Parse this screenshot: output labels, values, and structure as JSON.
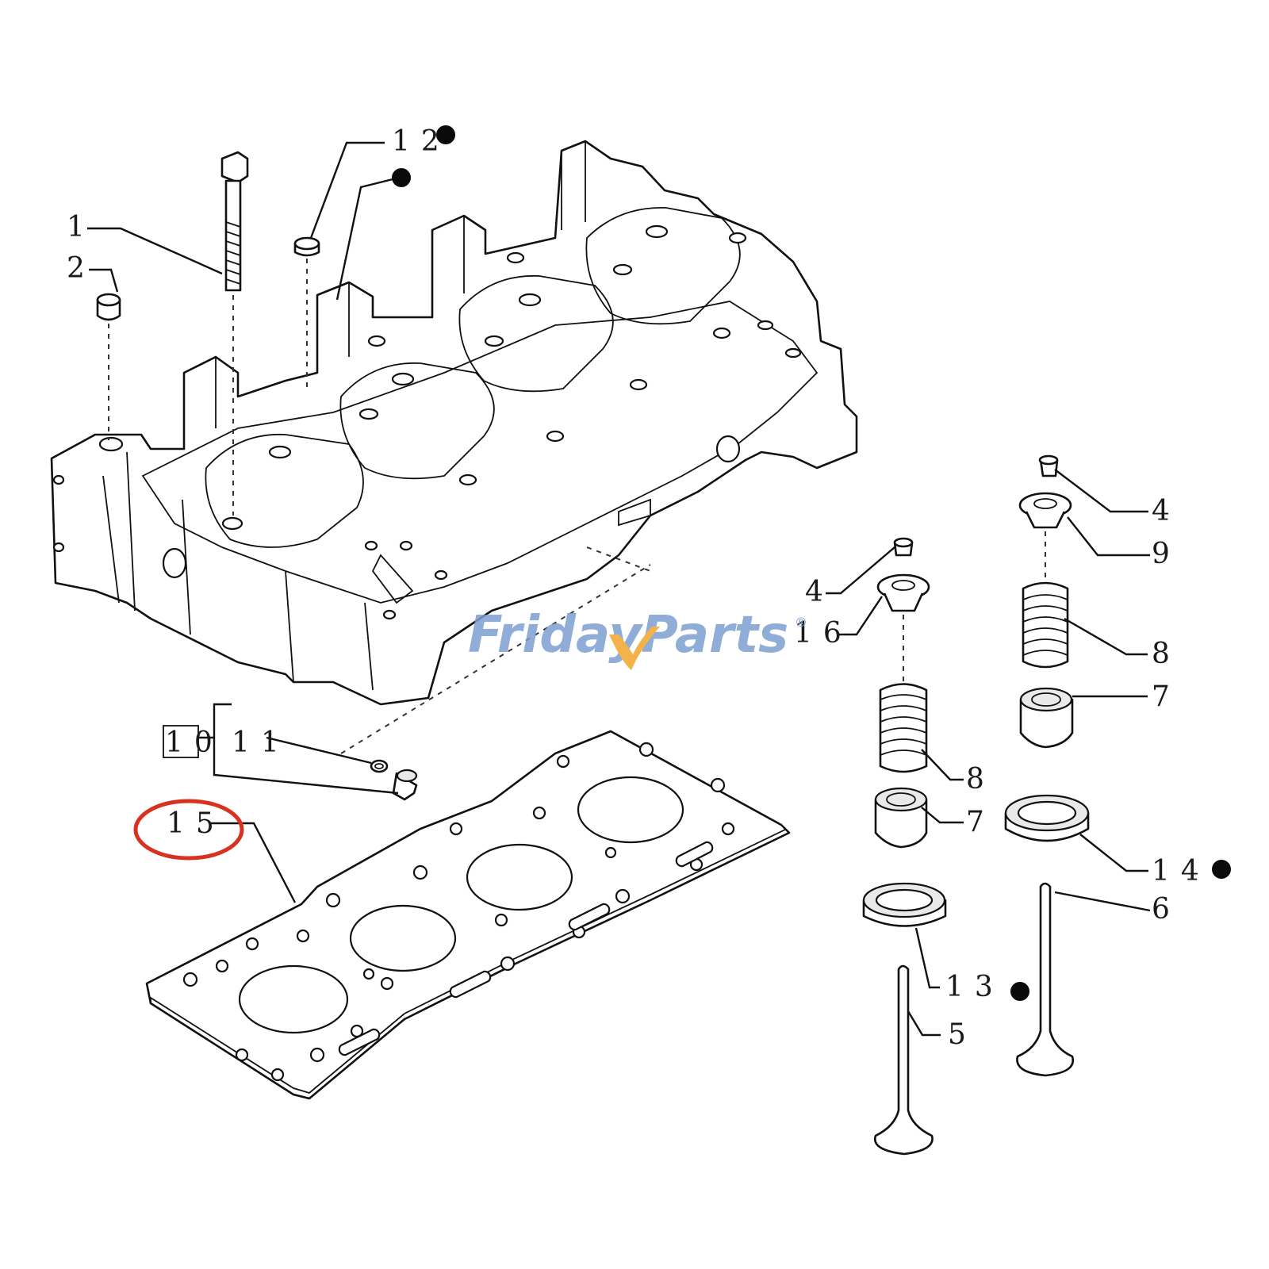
{
  "callouts": {
    "c1": "1",
    "c2": "2",
    "c4a": "4",
    "c4b": "4",
    "c5": "5",
    "c6": "6",
    "c7a": "7",
    "c7b": "7",
    "c8a": "8",
    "c8b": "8",
    "c9": "9",
    "c10": "10",
    "c11": "11",
    "c12": "12",
    "c13": "13",
    "c14": "14",
    "c15": "15",
    "c16": "16"
  },
  "watermark": {
    "text_left": "Friday",
    "text_right": "Parts",
    "mark": "®"
  },
  "colors": {
    "line": "#111111",
    "highlight": "#d9311f",
    "watermark_blue": "#7b9fd0",
    "watermark_orange": "#f3b24a"
  }
}
